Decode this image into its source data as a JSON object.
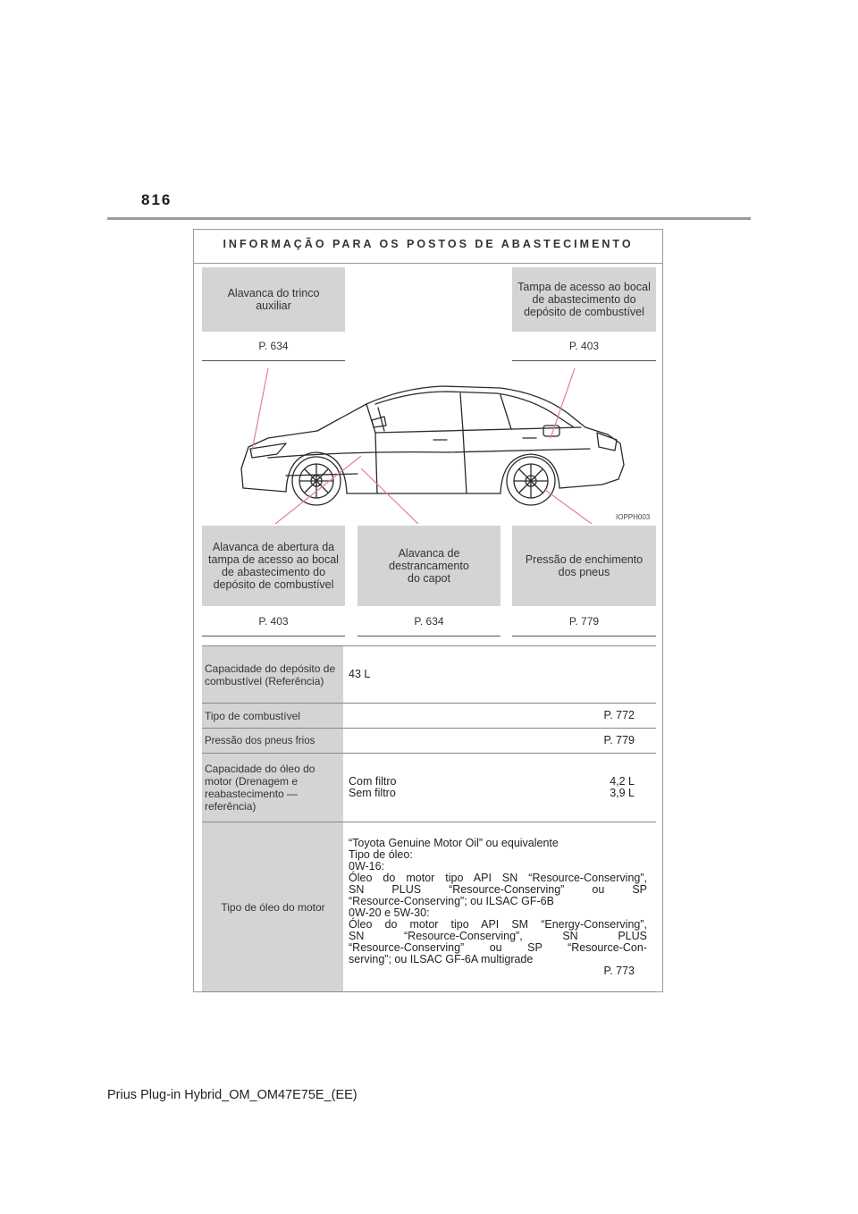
{
  "page_number": "816",
  "section_title": "INFORMAÇÃO PARA OS POSTOS DE ABASTECIMENTO",
  "callouts_top": [
    {
      "label": "Alavanca do trinco auxiliar",
      "ref": "P. 634"
    },
    {
      "label": "Tampa de acesso ao bocal de abastecimento do depósito de combustível",
      "ref": "P. 403"
    }
  ],
  "figure_code": "IOPPH003",
  "callouts_bottom": [
    {
      "label": "Alavanca de abertura da tampa de acesso ao bocal de abastecimento do depósito de combustível",
      "ref": "P. 403"
    },
    {
      "label": "Alavanca de destrancamento do capot",
      "ref": "P. 634"
    },
    {
      "label": "Pressão de enchimento dos pneus",
      "ref": "P. 779"
    }
  ],
  "specs": {
    "fuel_capacity": {
      "label": "Capacidade do depósito de combustível (Referência)",
      "value": "43 L"
    },
    "fuel_type": {
      "label": "Tipo de combustível",
      "value": "P. 772"
    },
    "tire_pressure": {
      "label": "Pressão dos pneus frios",
      "value": "P. 779"
    },
    "oil_capacity": {
      "label": "Capacidade do óleo do motor (Drenagem e reabastecimento — referência)",
      "with_filter": "Com filtro",
      "with_filter_value": "4,2 L",
      "without_filter": "Sem filtro",
      "without_filter_value": "3,9 L"
    },
    "oil_type": {
      "label": "Tipo de óleo do motor",
      "line1": "“Toyota Genuine Motor Oil” ou equivalente",
      "line2": "Tipo de óleo:",
      "line3": "0W-16:",
      "line4": "Óleo do motor tipo API SN “Resource-Conserving”,",
      "line5": "SN PLUS “Resource-Conserving” ou SP",
      "line6": "“Resource-Conserving”; ou ILSAC GF-6B",
      "line7": "0W-20 e 5W-30:",
      "line8": "Óleo do motor tipo API SM “Energy-Conserving”,",
      "line9": "SN “Resource-Conserving”, SN PLUS",
      "line10": "“Resource-Conserving” ou SP “Resource-Con-",
      "line11": "serving”; ou ILSAC GF-6A multigrade",
      "ref": "P. 773"
    }
  },
  "footer": "Prius Plug-in Hybrid_OM_OM47E75E_(EE)",
  "colors": {
    "callout_fill": "#d4d4d4",
    "leader_line": "#e07ab0",
    "rule": "#9a9a9a"
  }
}
